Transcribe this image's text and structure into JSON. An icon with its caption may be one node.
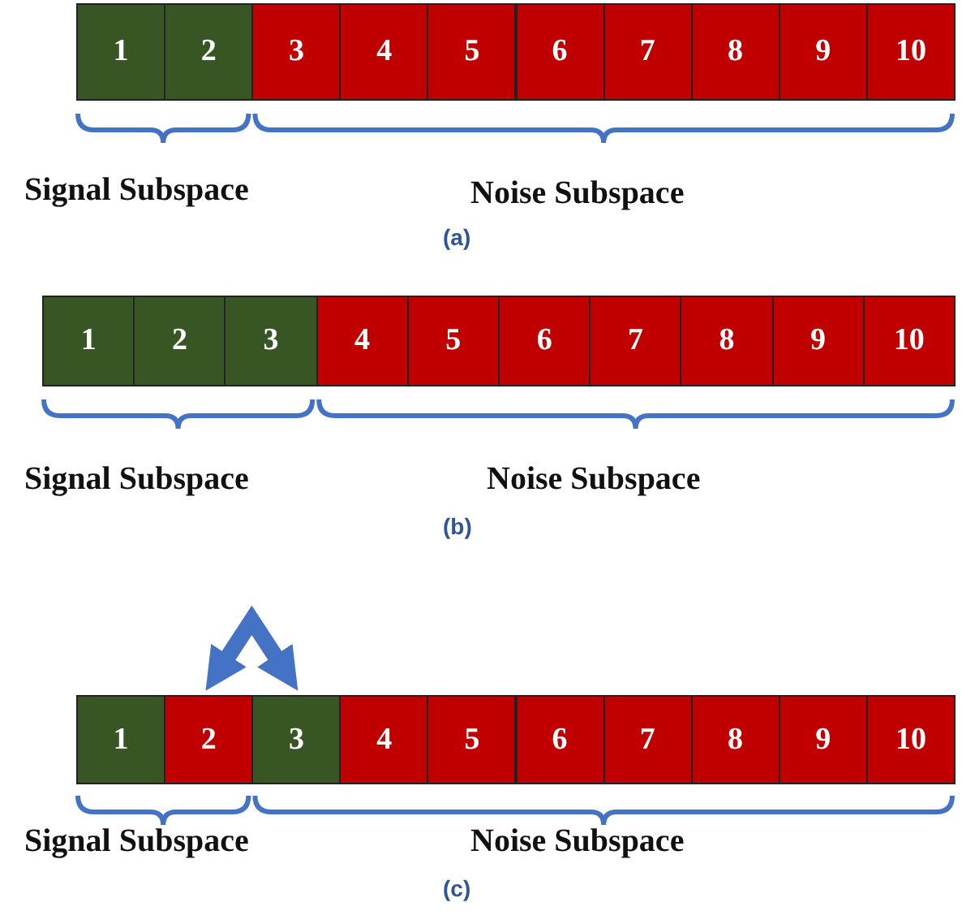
{
  "diagram": {
    "nodes": [
      {
        "text": [
          "1"
        ]
      },
      {
        "text": [
          "2"
        ]
      },
      {
        "text": [
          "3"
        ]
      },
      {
        "text": [
          "4"
        ]
      },
      {
        "text": [
          "5"
        ]
      },
      {
        "text": [
          "6"
        ]
      },
      {
        "text": [
          "7"
        ]
      },
      {
        "text": [
          "8"
        ]
      },
      {
        "text": [
          "9"
        ]
      },
      {
        "text": [
          "10"
        ]
      },
      {
        "text": [
          "1"
        ]
      },
      {
        "text": [
          "2"
        ]
      },
      {
        "text": [
          "3"
        ]
      },
      {
        "text": [
          "4"
        ]
      },
      {
        "text": [
          "5"
        ]
      },
      {
        "text": [
          "6"
        ]
      },
      {
        "text": [
          "7"
        ]
      },
      {
        "text": [
          "8"
        ]
      },
      {
        "text": [
          "9"
        ]
      },
      {
        "text": [
          "10"
        ]
      },
      {
        "text": [
          "1"
        ]
      },
      {
        "text": [
          "2"
        ]
      },
      {
        "text": [
          "3"
        ]
      },
      {
        "text": [
          "4"
        ]
      },
      {
        "text": [
          "5"
        ]
      },
      {
        "text": [
          "6"
        ]
      },
      {
        "text": [
          "7"
        ]
      },
      {
        "text": [
          "8"
        ]
      },
      {
        "text": [
          "9"
        ]
      },
      {
        "text": [
          "10"
        ]
      }
    ],
    "edges": [
      {
        "from": 21,
        "to": 22,
        "arrow": "both"
      }
    ],
    "labels": [
      "Signal Subspace",
      "Noise Subspace",
      "(a)",
      "Signal Subspace",
      "Noise Subspace",
      "(b)",
      "Signal Subspace",
      "Noise Subspace",
      "(c)"
    ]
  }
}
